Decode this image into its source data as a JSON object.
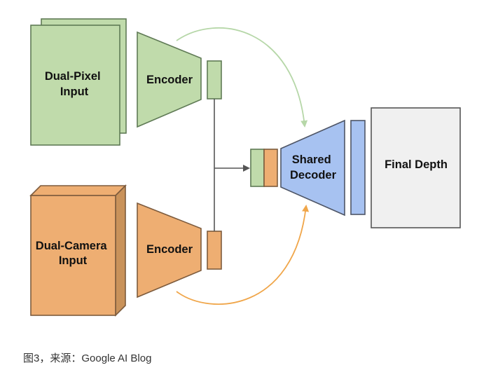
{
  "diagram": {
    "dual_pixel_input": [
      "Dual-Pixel",
      "Input"
    ],
    "dual_camera_input": [
      "Dual-Camera",
      "Input"
    ],
    "encoder_top": "Encoder",
    "encoder_bottom": "Encoder",
    "shared_decoder": [
      "Shared",
      "Decoder"
    ],
    "final_depth": "Final Depth"
  },
  "colors": {
    "green_fill": "#c0dbab",
    "green_stroke": "#5f7a55",
    "orange_fill": "#eeae72",
    "orange_stroke": "#7d5b3d",
    "orange_dark": "#c9925a",
    "blue_fill": "#a7c2f1",
    "blue_stroke": "#4e5566",
    "gray_fill": "#f0f0f0",
    "gray_stroke": "#555555",
    "green_arrow": "#b6d7a8",
    "orange_arrow": "#f0a64a",
    "connector": "#555555"
  },
  "caption": "图3，来源：Google AI Blog"
}
